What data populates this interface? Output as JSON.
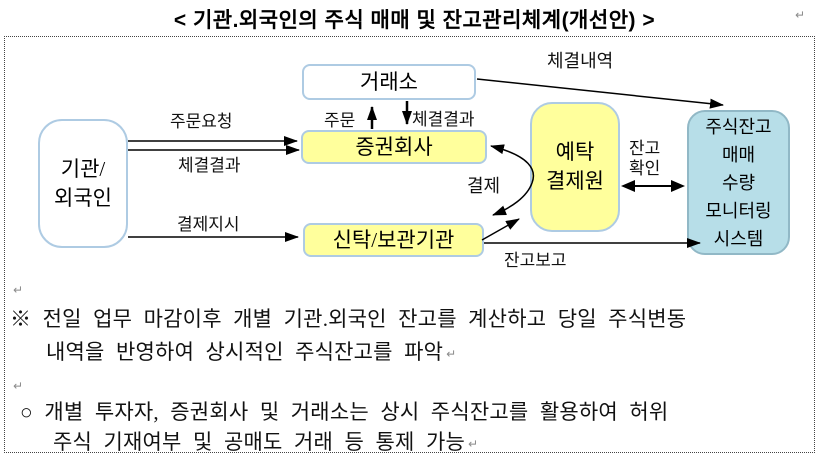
{
  "title": "< 기관.외국인의 주식 매매 및 잔고관리체계(개선안) >",
  "diagram": {
    "nodes": {
      "institution": {
        "line1": "기관/",
        "line2": "외국인"
      },
      "exchange": {
        "label": "거래소"
      },
      "securities": {
        "label": "증권회사"
      },
      "trust": {
        "label": "신탁/보관기관"
      },
      "depository": {
        "line1": "예탁",
        "line2": "결제원"
      },
      "monitoring": {
        "lines": [
          "주식잔고",
          "매매",
          "수량",
          "모니터링",
          "시스템"
        ]
      }
    },
    "edge_labels": {
      "order_request": "주문요청",
      "execution_result_left": "체결결과",
      "settlement_instruction": "결제지시",
      "order": "주문",
      "execution_result_top": "체결결과",
      "execution_details": "체결내역",
      "settlement": "결제",
      "balance_check_line1": "잔고",
      "balance_check_line2": "확인",
      "balance_report": "잔고보고"
    },
    "colors": {
      "yellow": "#FFFF9C",
      "cyan": "#B7DEE8",
      "node_border": "#AECBE3",
      "cyan_border": "#91B8C6",
      "arrow": "#000000"
    }
  },
  "notes": {
    "note1_line1": "※ 전일 업무 마감이후 개별 기관.외국인 잔고를 계산하고 당일 주식변동",
    "note1_line2": "내역을 반영하여 상시적인 주식잔고를 파악",
    "note2_line1": "○ 개별 투자자, 증권회사 및 거래소는 상시 주식잔고를 활용하여 허위",
    "note2_line2": "주식 기재여부 및 공매도 거래 등 통제 가능"
  },
  "pilcrow": "↵"
}
